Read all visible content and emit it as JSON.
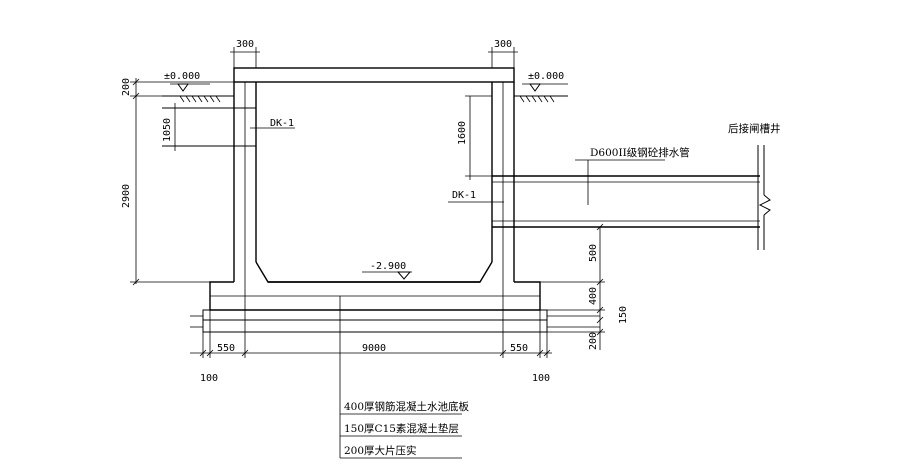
{
  "dims": {
    "top_left_300": "300",
    "top_right_300": "300",
    "left_200": "200",
    "left_1050": "1050",
    "left_2900": "2900",
    "mid_1600": "1600",
    "right_500": "500",
    "right_400": "400",
    "right_150": "150",
    "right_200": "200",
    "bottom_550_left": "550",
    "bottom_9000": "9000",
    "bottom_550_right": "550",
    "bottom_100_left": "100",
    "bottom_100_right": "100"
  },
  "elevations": {
    "ground_left": "±0.000",
    "ground_right": "±0.000",
    "bottom": "-2.900"
  },
  "labels": {
    "dk1_top": "DK-1",
    "dk1_right": "DK-1",
    "pipe": "D600II级钢砼排水管",
    "well": "后接闸槽井"
  },
  "notes": [
    "400厚钢筋混凝土水池底板",
    "150厚C15素混凝土垫层",
    "200厚大片压实"
  ]
}
